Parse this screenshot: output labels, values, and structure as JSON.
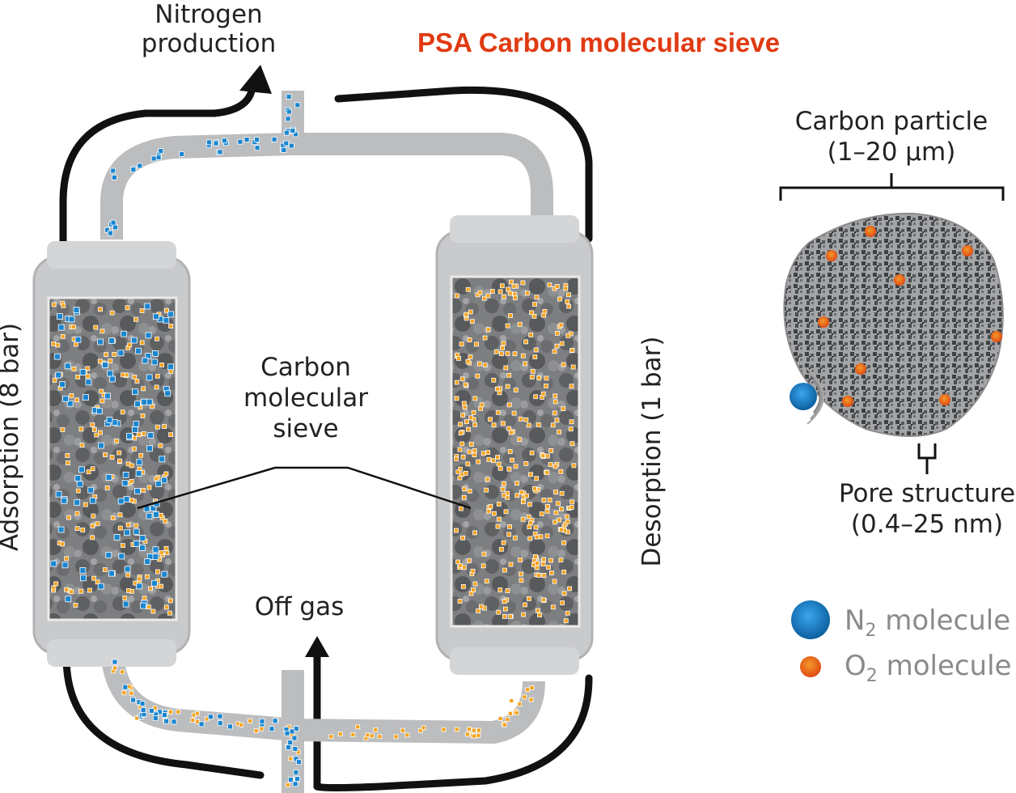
{
  "title": "PSA Carbon molecular sieve",
  "labels": {
    "nitrogen_line1": "Nitrogen",
    "nitrogen_line2": "production",
    "adsorption": "Adsorption (8 bar)",
    "desorption": "Desorption (1 bar)",
    "sieve_line1": "Carbon",
    "sieve_line2": "molecular",
    "sieve_line3": "sieve",
    "off_gas": "Off gas",
    "particle_line1": "Carbon particle",
    "particle_line2": "(1–20 μm)",
    "pore_line1": "Pore structure",
    "pore_line2": "(0.4–25 nm)"
  },
  "legend": [
    {
      "prefix": "N",
      "sub": "2",
      "suffix": " molecule",
      "color": "#1a86d0",
      "icon": "n2-molecule-icon"
    },
    {
      "prefix": "O",
      "sub": "2",
      "suffix": " molecule",
      "color": "#ee6a1a",
      "icon": "o2-molecule-icon"
    }
  ],
  "colors": {
    "title": "#e03a12",
    "vessel": "#c8c9cb",
    "bed": "#7c7d7f",
    "pipe": "#bcbdbf",
    "flow_arrow": "#111111",
    "n2": "#1a86d0",
    "o2": "#f5a21b"
  }
}
